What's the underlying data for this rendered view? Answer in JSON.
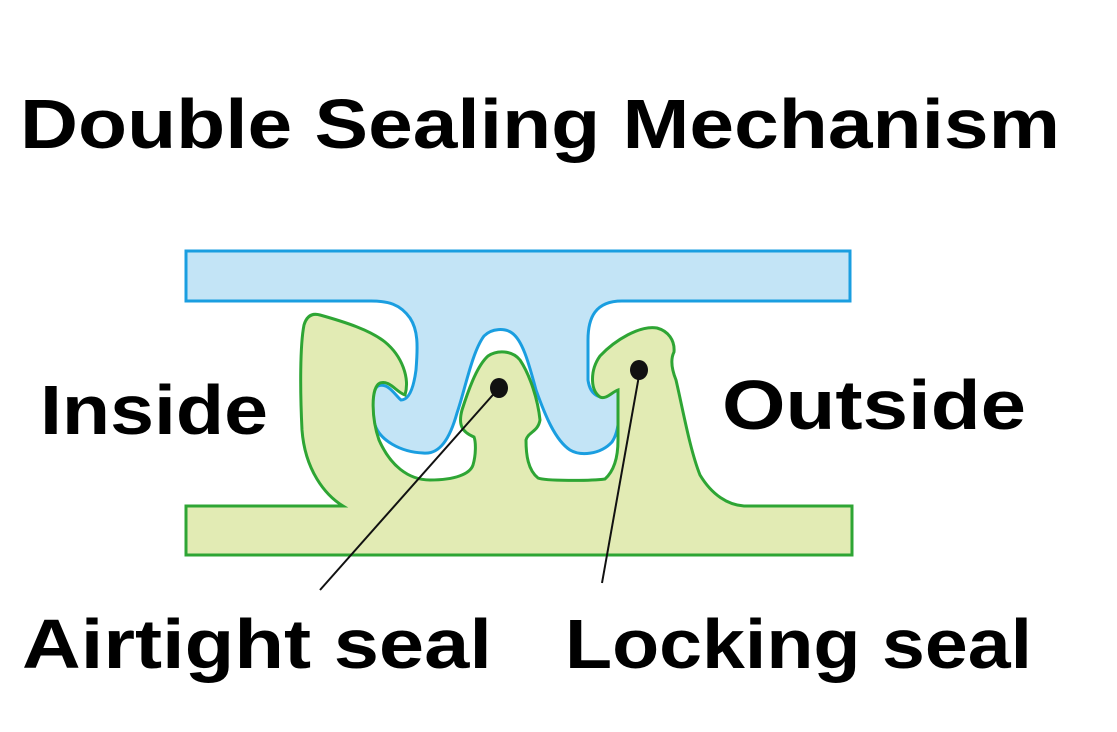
{
  "title": "Double Sealing Mechanism",
  "labels": {
    "inside": "Inside",
    "outside": "Outside",
    "airtight_seal": "Airtight seal",
    "locking_seal": "Locking seal"
  },
  "colors": {
    "upper_part_fill": "#c3e4f6",
    "upper_part_stroke": "#1a9ee0",
    "lower_part_fill": "#e2ebb4",
    "lower_part_stroke": "#2ea534",
    "leader": "#111111"
  }
}
